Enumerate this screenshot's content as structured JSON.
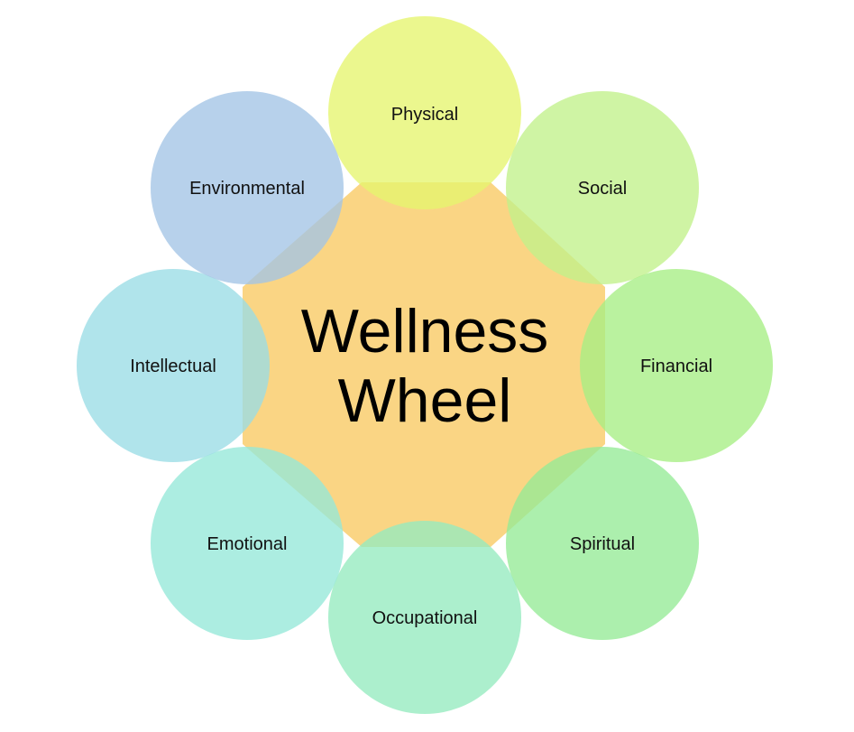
{
  "diagram": {
    "center": {
      "title_line1": "Wellness",
      "title_line2": "Wheel",
      "color": "#FAD17A"
    },
    "petals": [
      {
        "id": "physical",
        "label": "Physical",
        "color": "#E6F56E"
      },
      {
        "id": "social",
        "label": "Social",
        "color": "#C1F18A"
      },
      {
        "id": "financial",
        "label": "Financial",
        "color": "#A6EE84"
      },
      {
        "id": "spiritual",
        "label": "Spiritual",
        "color": "#95EB96"
      },
      {
        "id": "occupational",
        "label": "Occupational",
        "color": "#95EBBF"
      },
      {
        "id": "emotional",
        "label": "Emotional",
        "color": "#95E8D8"
      },
      {
        "id": "intellectual",
        "label": "Intellectual",
        "color": "#9ADCE6"
      },
      {
        "id": "environmental",
        "label": "Environmental",
        "color": "#A3C4E6"
      }
    ]
  }
}
